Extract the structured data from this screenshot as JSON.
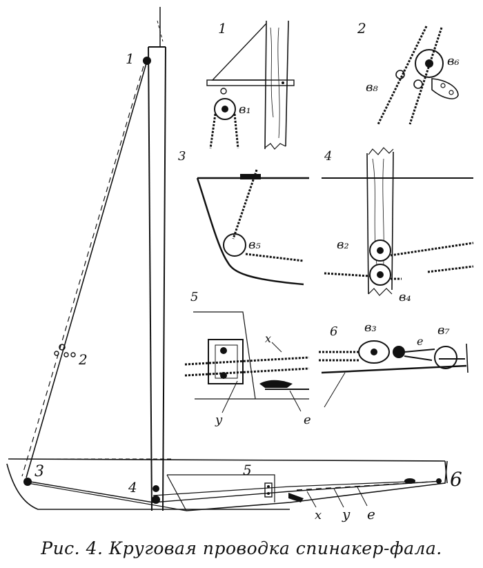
{
  "labels": {
    "p1": "1",
    "p2": "2",
    "p3": "3",
    "p4": "4",
    "p5": "5",
    "p6": "6",
    "b1": "в₁",
    "b2": "в₂",
    "b3": "в₃",
    "b4": "в₄",
    "b5": "в₅",
    "b6": "в₆",
    "b7": "в₇",
    "b8": "в₈",
    "x": "x",
    "y": "у",
    "e": "е"
  },
  "caption": "Рис. 4. Круговая проводка спинакер-фала."
}
